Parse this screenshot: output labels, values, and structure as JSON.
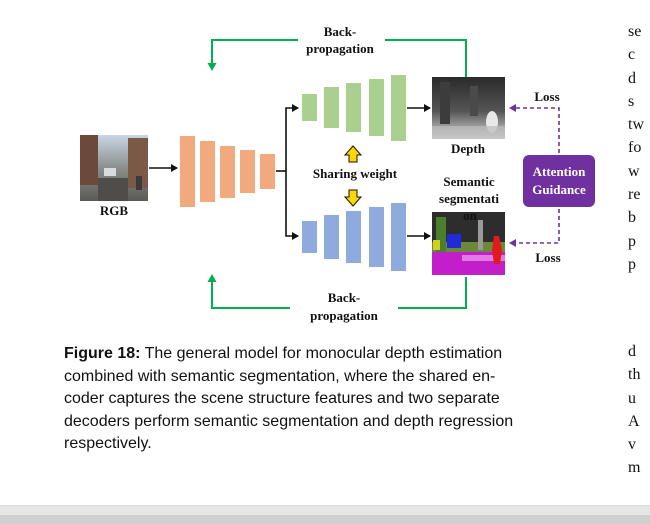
{
  "figure": {
    "labels": {
      "back_prop_top": [
        "Back-",
        "propagation"
      ],
      "back_prop_bottom": [
        "Back-",
        "propagation"
      ],
      "rgb": "RGB",
      "depth": "Depth",
      "sharing_weight": "Sharing weight",
      "semantic": [
        "Semantic",
        "segmentati",
        "on"
      ],
      "loss_top": "Loss",
      "loss_bottom": "Loss",
      "attention": [
        "Attention",
        "Guidance"
      ]
    },
    "colors": {
      "encoder": "#f2a97e",
      "depth_decoder": "#a9d08e",
      "seg_decoder": "#8faadc",
      "attention_box": "#7030a0",
      "backprop_arrow": "#00b050",
      "loss_arrow": "#7030a0",
      "sharing_arrow": "#ffd700"
    }
  },
  "caption": {
    "label": "Figure 18:",
    "lines": [
      "The general model for monocular depth estimation",
      "combined with semantic segmentation, where the shared en-",
      "coder captures the scene structure features and two separate",
      "decoders perform semantic segmentation and depth regression",
      "respectively."
    ]
  },
  "right_column": {
    "top_fragments": [
      "se",
      "c",
      "d",
      "s",
      "tw",
      "fo",
      "w",
      "re",
      "b",
      "p",
      "p"
    ],
    "bottom_fragments": [
      "d",
      "th",
      "u",
      "A",
      "v",
      "m"
    ]
  }
}
